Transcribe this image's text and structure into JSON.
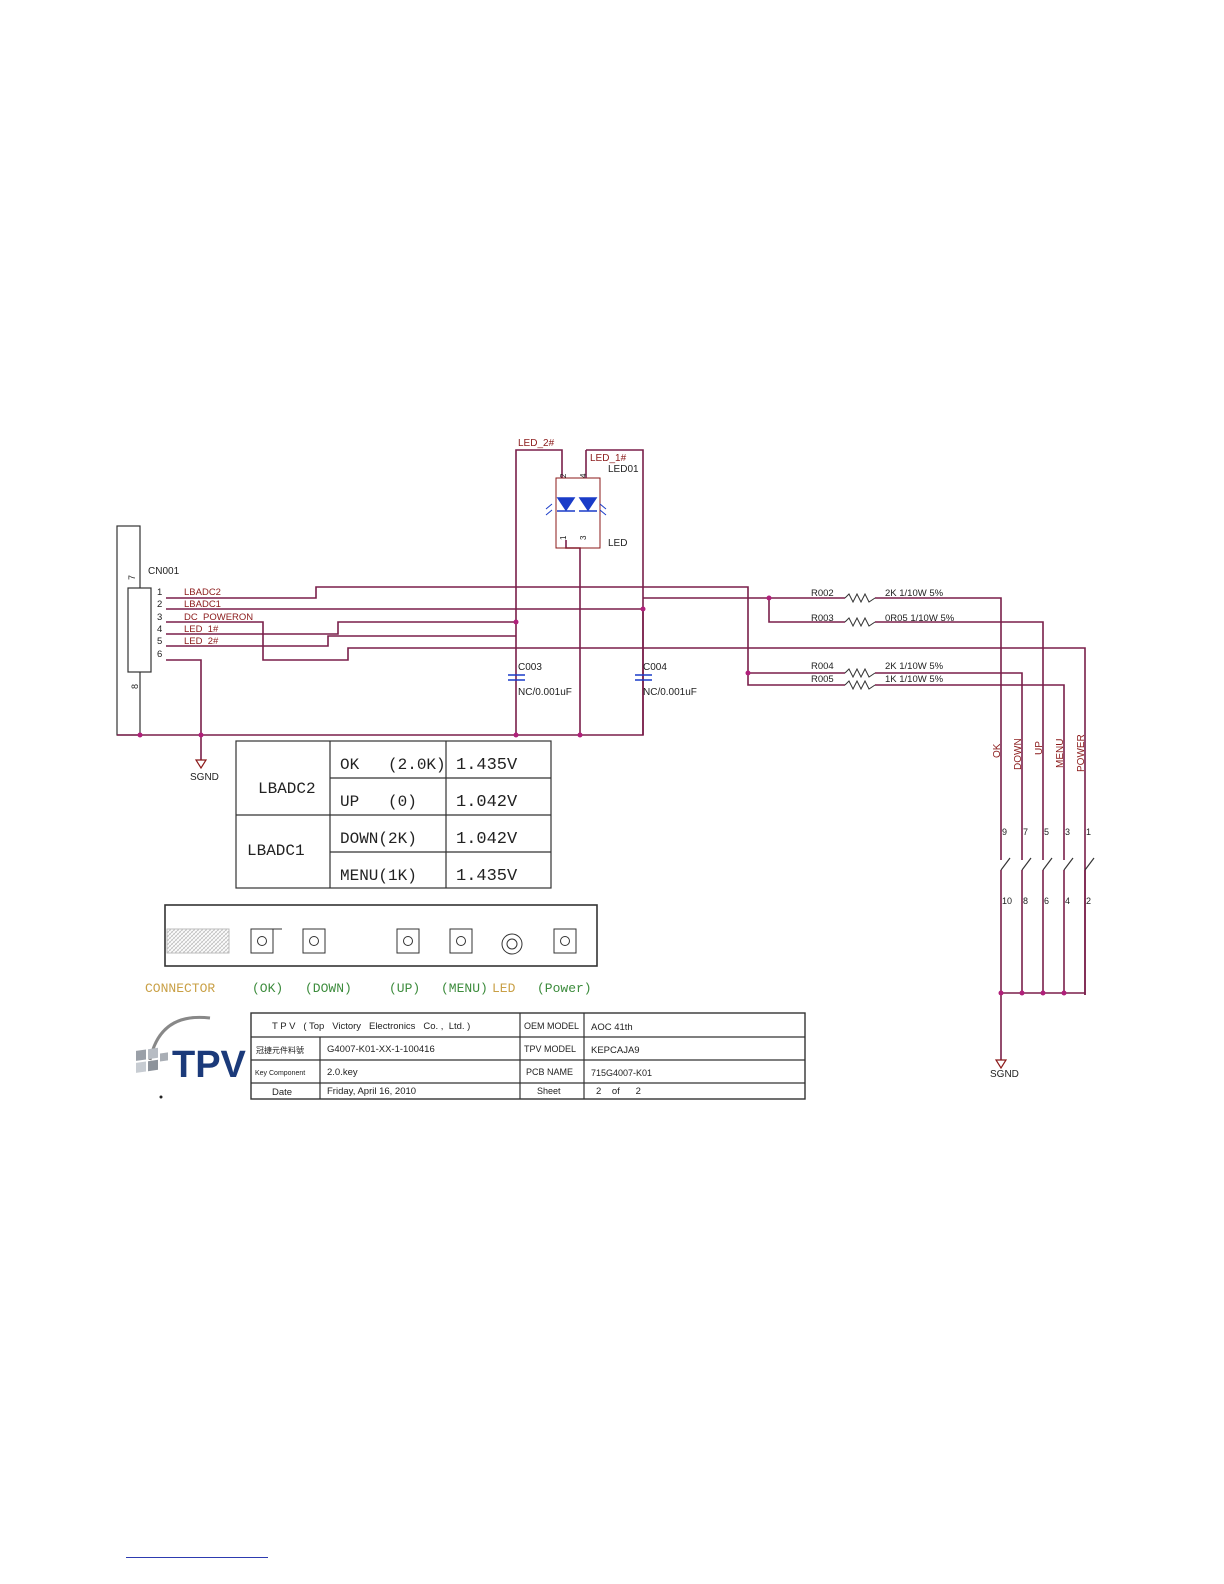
{
  "colors": {
    "wire": "#7a1f4a",
    "pin_text": "#222222",
    "net_text": "#8b1a1a",
    "led": "#1a3cc8",
    "connector_label": "#c9a046",
    "key_label": "#3d8c3d",
    "border": "#333333"
  },
  "schematic": {
    "connector": {
      "ref": "CN001",
      "pin_top": "7",
      "pin_bottom": "8",
      "pins": [
        {
          "num": "1",
          "net": "LBADC2"
        },
        {
          "num": "2",
          "net": "LBADC1"
        },
        {
          "num": "3",
          "net": "DC_POWERON"
        },
        {
          "num": "4",
          "net": "LED_1#"
        },
        {
          "num": "5",
          "net": "LED_2#"
        },
        {
          "num": "6",
          "net": ""
        }
      ]
    },
    "led": {
      "ref": "LED01",
      "type": "LED",
      "net_left": "LED_2#",
      "net_right": "LED_1#",
      "pins": [
        "2",
        "4",
        "1",
        "3"
      ]
    },
    "capacitors": [
      {
        "ref": "C003",
        "value": "NC/0.001uF"
      },
      {
        "ref": "C004",
        "value": "NC/0.001uF"
      }
    ],
    "resistors": [
      {
        "ref": "R002",
        "value": "2K 1/10W 5%"
      },
      {
        "ref": "R003",
        "value": "0R05 1/10W 5%"
      },
      {
        "ref": "R004",
        "value": "2K 1/10W 5%"
      },
      {
        "ref": "R005",
        "value": "1K 1/10W 5%"
      }
    ],
    "switches": [
      {
        "label": "OK",
        "pin_top": "9",
        "pin_bottom": "10"
      },
      {
        "label": "DOWN",
        "pin_top": "7",
        "pin_bottom": "8"
      },
      {
        "label": "UP",
        "pin_top": "5",
        "pin_bottom": "6"
      },
      {
        "label": "MENU",
        "pin_top": "3",
        "pin_bottom": "4"
      },
      {
        "label": "POWER",
        "pin_top": "1",
        "pin_bottom": "2"
      }
    ],
    "ground_left": "SGND",
    "ground_right": "SGND"
  },
  "adc_table": {
    "groups": [
      {
        "name": "LBADC2",
        "rows": [
          {
            "key": "OK   (2.0K)",
            "voltage": "1.435V"
          },
          {
            "key": "UP   (0)",
            "voltage": "1.042V"
          }
        ]
      },
      {
        "name": "LBADC1",
        "rows": [
          {
            "key": "DOWN(2K)",
            "voltage": "1.042V"
          },
          {
            "key": "MENU(1K)",
            "voltage": "1.435V"
          }
        ]
      }
    ]
  },
  "board": {
    "labels": {
      "connector": "CONNECTOR",
      "ok": "(OK)",
      "down": "(DOWN)",
      "up": "(UP)",
      "menu": "(MENU)",
      "led": "LED",
      "power": "(Power)"
    }
  },
  "title_block": {
    "logo_text": "TPV",
    "company": "T P V   ( Top   Victory   Electronics   Co. ,  Ltd. )",
    "oem_model_label": "OEM MODEL",
    "oem_model": "AOC 41th",
    "part_label": "冠捷元件料號",
    "part_no": "G4007-K01-XX-1-100416",
    "tpv_model_label": "TPV MODEL",
    "tpv_model": "KEPCAJA9",
    "key_component_label": "Key Component",
    "key_component": "2.0.key",
    "pcb_name_label": "PCB NAME",
    "pcb_name": "715G4007-K01",
    "date_label": "Date",
    "date": "Friday, April 16, 2010",
    "sheet_label": "Sheet",
    "sheet": "2    of      2"
  }
}
